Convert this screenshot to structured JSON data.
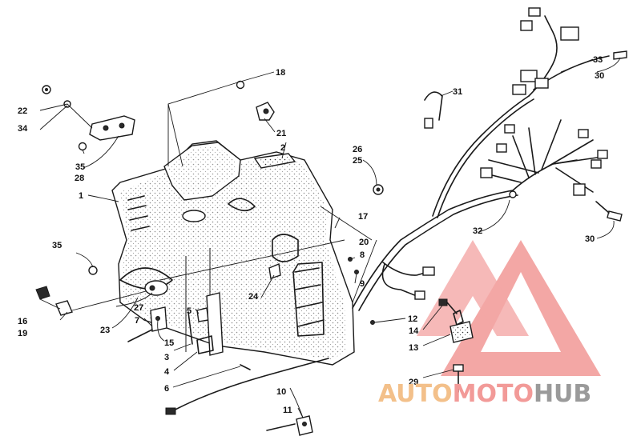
{
  "diagram": {
    "callouts": [
      {
        "id": "c1",
        "label": "1"
      },
      {
        "id": "c2",
        "label": "2"
      },
      {
        "id": "c3",
        "label": "3"
      },
      {
        "id": "c4",
        "label": "4"
      },
      {
        "id": "c5",
        "label": "5"
      },
      {
        "id": "c6",
        "label": "6"
      },
      {
        "id": "c7",
        "label": "7"
      },
      {
        "id": "c8",
        "label": "8"
      },
      {
        "id": "c9",
        "label": "9"
      },
      {
        "id": "c10",
        "label": "10"
      },
      {
        "id": "c11",
        "label": "11"
      },
      {
        "id": "c12",
        "label": "12"
      },
      {
        "id": "c13",
        "label": "13"
      },
      {
        "id": "c14",
        "label": "14"
      },
      {
        "id": "c15",
        "label": "15"
      },
      {
        "id": "c16",
        "label": "16"
      },
      {
        "id": "c17",
        "label": "17"
      },
      {
        "id": "c18",
        "label": "18"
      },
      {
        "id": "c19",
        "label": "19"
      },
      {
        "id": "c20",
        "label": "20"
      },
      {
        "id": "c21",
        "label": "21"
      },
      {
        "id": "c22",
        "label": "22"
      },
      {
        "id": "c23",
        "label": "23"
      },
      {
        "id": "c24",
        "label": "24"
      },
      {
        "id": "c25",
        "label": "25"
      },
      {
        "id": "c26",
        "label": "26"
      },
      {
        "id": "c27",
        "label": "27"
      },
      {
        "id": "c28",
        "label": "28"
      },
      {
        "id": "c29",
        "label": "29"
      },
      {
        "id": "c30a",
        "label": "30"
      },
      {
        "id": "c30b",
        "label": "30"
      },
      {
        "id": "c31",
        "label": "31"
      },
      {
        "id": "c32",
        "label": "32"
      },
      {
        "id": "c33",
        "label": "33"
      },
      {
        "id": "c34",
        "label": "34"
      },
      {
        "id": "c35a",
        "label": "35"
      },
      {
        "id": "c35b",
        "label": "35"
      }
    ]
  },
  "watermark": {
    "part1": "AUTO",
    "part2": "MOTO",
    "part3": "HUB",
    "colors": {
      "auto": "#f3c08a",
      "moto": "#f29a98",
      "hub": "#9a9a9a",
      "logo": "#f08a88"
    }
  }
}
